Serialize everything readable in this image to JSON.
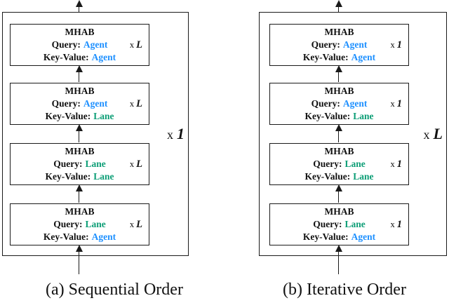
{
  "colors": {
    "agent": "#1E90FF",
    "lane": "#0D9E76",
    "line": "#1a1a1a"
  },
  "diagrams": [
    {
      "caption": "(a) Sequential Order",
      "outer_multiplier_x": "x",
      "outer_multiplier_value": "1",
      "blocks": [
        {
          "title": "MHAB",
          "query_label": "Query:",
          "query_value": "Agent",
          "query_color": "#1E90FF",
          "kv_label": "Key-Value:",
          "kv_value": "Agent",
          "kv_color": "#1E90FF",
          "mult_x": "x",
          "mult_value": "L"
        },
        {
          "title": "MHAB",
          "query_label": "Query:",
          "query_value": "Agent",
          "query_color": "#1E90FF",
          "kv_label": "Key-Value:",
          "kv_value": "Lane",
          "kv_color": "#0D9E76",
          "mult_x": "x",
          "mult_value": "L"
        },
        {
          "title": "MHAB",
          "query_label": "Query:",
          "query_value": "Lane",
          "query_color": "#0D9E76",
          "kv_label": "Key-Value:",
          "kv_value": "Lane",
          "kv_color": "#0D9E76",
          "mult_x": "x",
          "mult_value": "L"
        },
        {
          "title": "MHAB",
          "query_label": "Query:",
          "query_value": "Lane",
          "query_color": "#0D9E76",
          "kv_label": "Key-Value:",
          "kv_value": "Agent",
          "kv_color": "#1E90FF",
          "mult_x": "x",
          "mult_value": "L"
        }
      ]
    },
    {
      "caption": "(b) Iterative Order",
      "outer_multiplier_x": "x",
      "outer_multiplier_value": "L",
      "blocks": [
        {
          "title": "MHAB",
          "query_label": "Query:",
          "query_value": "Agent",
          "query_color": "#1E90FF",
          "kv_label": "Key-Value:",
          "kv_value": "Agent",
          "kv_color": "#1E90FF",
          "mult_x": "x",
          "mult_value": "1"
        },
        {
          "title": "MHAB",
          "query_label": "Query:",
          "query_value": "Agent",
          "query_color": "#1E90FF",
          "kv_label": "Key-Value:",
          "kv_value": "Lane",
          "kv_color": "#0D9E76",
          "mult_x": "x",
          "mult_value": "1"
        },
        {
          "title": "MHAB",
          "query_label": "Query:",
          "query_value": "Lane",
          "query_color": "#0D9E76",
          "kv_label": "Key-Value:",
          "kv_value": "Lane",
          "kv_color": "#0D9E76",
          "mult_x": "x",
          "mult_value": "1"
        },
        {
          "title": "MHAB",
          "query_label": "Query:",
          "query_value": "Lane",
          "query_color": "#0D9E76",
          "kv_label": "Key-Value:",
          "kv_value": "Agent",
          "kv_color": "#1E90FF",
          "mult_x": "x",
          "mult_value": "1"
        }
      ]
    }
  ]
}
